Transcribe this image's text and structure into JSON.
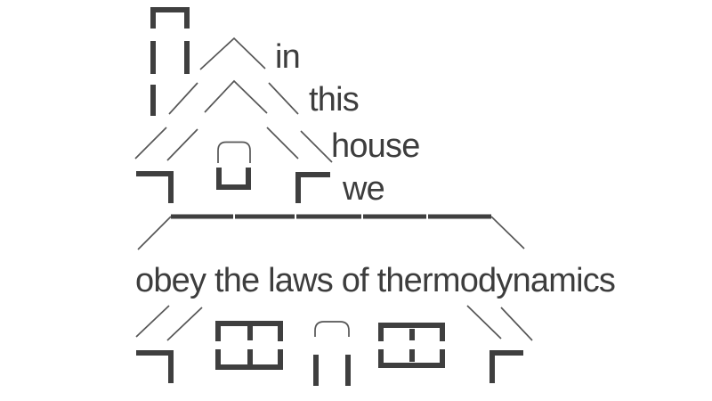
{
  "colors": {
    "background": "#ffffff",
    "line_thick": "#3f3f3f",
    "line_thin": "#565656",
    "text": "#3d3d3d"
  },
  "art": {
    "description_words": {
      "in": "in",
      "this": "this",
      "house": "house",
      "we": "we",
      "caption": "obey the laws of thermodynamics"
    }
  }
}
